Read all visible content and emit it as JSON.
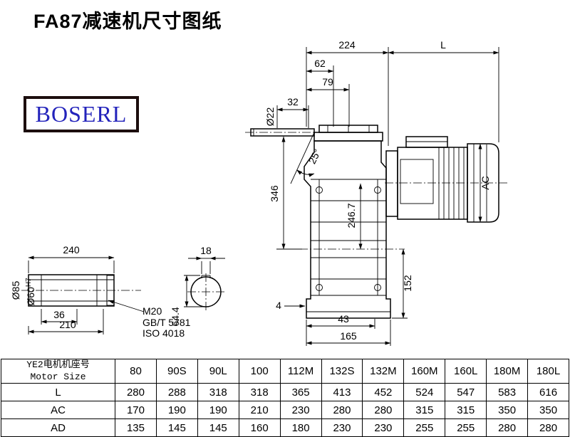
{
  "title": "FA87减速机尺寸图纸",
  "logo": {
    "text": "BOSERL",
    "color": "#2323bb",
    "border_color": "#1c0e0e"
  },
  "drawing": {
    "dims": {
      "d224": "224",
      "dL": "L",
      "d62": "62",
      "d79": "79",
      "d32": "32",
      "dia22": "Ø22",
      "ang25": "25°",
      "d346": "346",
      "d2467": "246.7",
      "dAC": "AC",
      "d152": "152",
      "d4": "4",
      "d43": "43",
      "d165": "165",
      "d240": "240",
      "d18": "18",
      "dia85": "Ø85",
      "dia60": "Ø60",
      "dia60sup": "H7",
      "d36": "36",
      "d210": "210",
      "thread": "M20",
      "std1": "GB/T 5781",
      "std2": "ISO 4018",
      "d644": "64.4"
    }
  },
  "table": {
    "header_cn": "YE2电机机座号",
    "header_en": "Motor Size",
    "columns": [
      "80",
      "90S",
      "90L",
      "100",
      "112M",
      "132S",
      "132M",
      "160M",
      "160L",
      "180M",
      "180L"
    ],
    "rows": [
      {
        "label": "L",
        "values": [
          "280",
          "288",
          "318",
          "318",
          "365",
          "413",
          "452",
          "524",
          "547",
          "583",
          "616"
        ]
      },
      {
        "label": "AC",
        "values": [
          "170",
          "190",
          "190",
          "210",
          "230",
          "280",
          "280",
          "315",
          "315",
          "350",
          "350"
        ]
      },
      {
        "label": "AD",
        "values": [
          "135",
          "145",
          "145",
          "160",
          "180",
          "230",
          "230",
          "255",
          "255",
          "280",
          "280"
        ]
      }
    ]
  }
}
